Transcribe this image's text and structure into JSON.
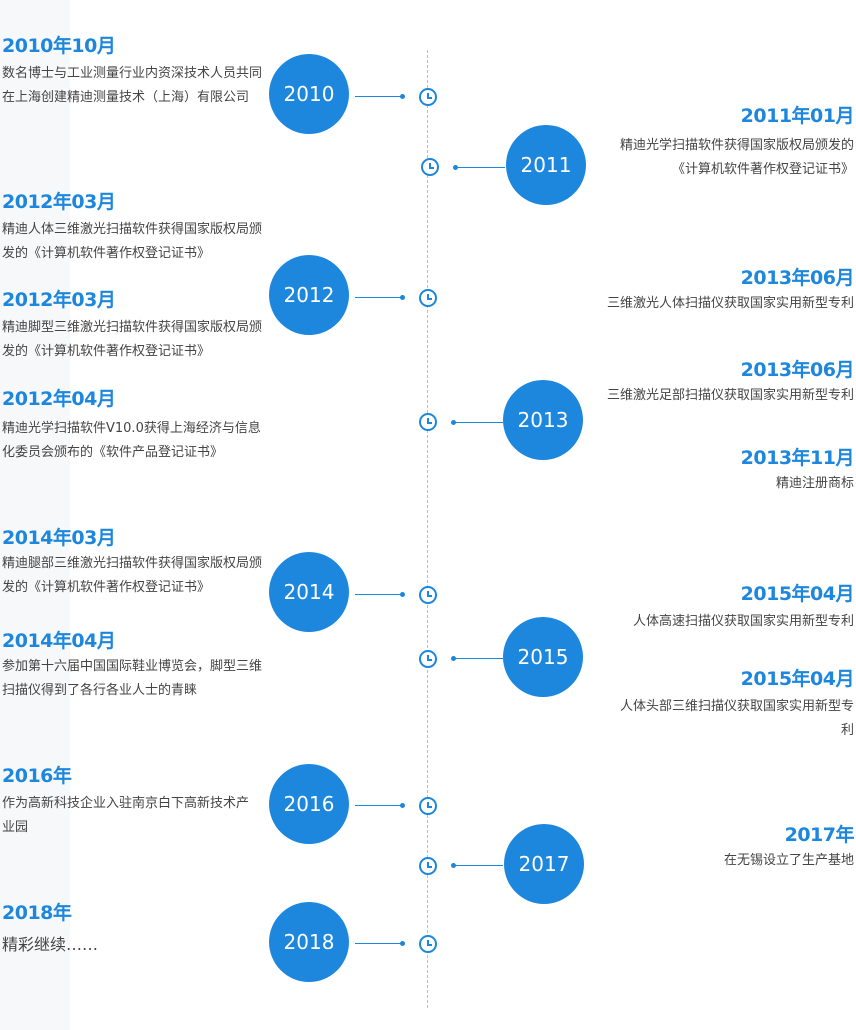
{
  "milestones": {
    "e2010_10": {
      "date": "2010年10月",
      "desc": "数名博士与工业测量行业内资深技术人员共同在上海创建精迪测量技术（上海）有限公司"
    },
    "e2011_01": {
      "date": "2011年01月",
      "desc": "精迪光学扫描软件获得国家版权局颁发的《计算机软件著作权登记证书》"
    },
    "e2012_03a": {
      "date": "2012年03月",
      "desc": "精迪人体三维激光扫描软件获得国家版权局颁发的《计算机软件著作权登记证书》"
    },
    "e2012_03b": {
      "date": "2012年03月",
      "desc": "精迪脚型三维激光扫描软件获得国家版权局颁发的《计算机软件著作权登记证书》"
    },
    "e2012_04": {
      "date": "2012年04月",
      "desc": "精迪光学扫描软件V10.0获得上海经济与信息化委员会颁布的《软件产品登记证书》"
    },
    "e2013_06a": {
      "date": "2013年06月",
      "desc": "三维激光人体扫描仪获取国家实用新型专利"
    },
    "e2013_06b": {
      "date": "2013年06月",
      "desc": "三维激光足部扫描仪获取国家实用新型专利"
    },
    "e2013_11": {
      "date": "2013年11月",
      "desc": "精迪注册商标"
    },
    "e2014_03": {
      "date": "2014年03月",
      "desc": "精迪腿部三维激光扫描软件获得国家版权局颁发的《计算机软件著作权登记证书》"
    },
    "e2014_04": {
      "date": "2014年04月",
      "desc": "参加第十六届中国国际鞋业博览会，脚型三维扫描仪得到了各行各业人士的青睐"
    },
    "e2015_04a": {
      "date": "2015年04月",
      "desc": "人体高速扫描仪获取国家实用新型专利"
    },
    "e2015_04b": {
      "date": "2015年04月",
      "desc": "人体头部三维扫描仪获取国家实用新型专利"
    },
    "e2016": {
      "date": "2016年",
      "desc": "作为高新科技企业入驻南京白下高新技术产业园"
    },
    "e2017": {
      "date": "2017年",
      "desc": "在无锡设立了生产基地"
    },
    "e2018": {
      "date": "2018年",
      "desc": "精彩继续……"
    }
  },
  "years": {
    "y2010": "2010",
    "y2011": "2011",
    "y2012": "2012",
    "y2013": "2013",
    "y2014": "2014",
    "y2015": "2015",
    "y2016": "2016",
    "y2017": "2017",
    "y2018": "2018"
  },
  "colors": {
    "accent": "#1d87dd",
    "text": "#444444"
  },
  "icons": {
    "marker": "clock-icon"
  }
}
